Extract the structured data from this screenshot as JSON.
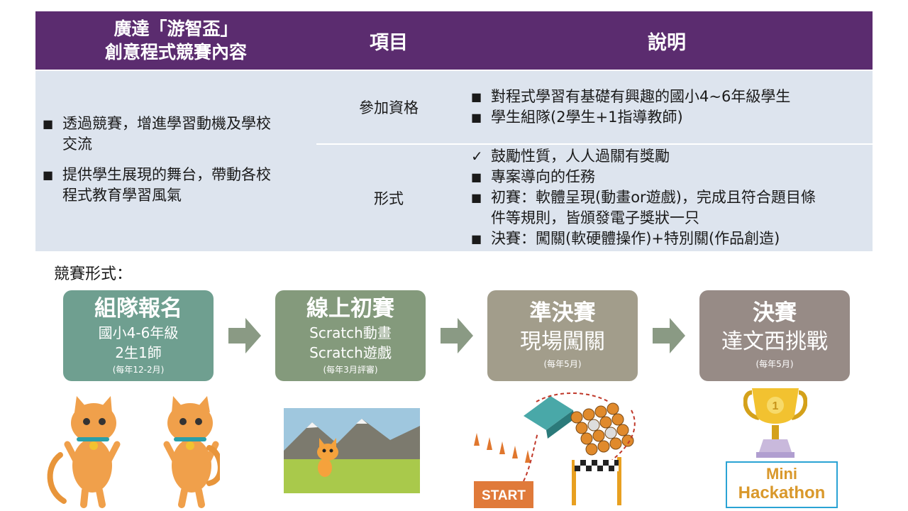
{
  "table": {
    "header": {
      "col1_line1": "廣達「游智盃」",
      "col1_line2": "創意程式競賽內容",
      "col2": "項目",
      "col3": "說明"
    },
    "left_bullets": [
      {
        "text1": "透過競賽，增進學習動機及學校",
        "text2": "交流"
      },
      {
        "text1": "提供學生展現的舞台，帶動各校",
        "text2": "程式教育學習風氣"
      }
    ],
    "rows": [
      {
        "item": "參加資格",
        "bullets": [
          {
            "sym": "■",
            "text": "對程式學習有基礎有興趣的國小4~6年級學生"
          },
          {
            "sym": "■",
            "text": "學生組隊(2學生+1指導教師)"
          }
        ]
      },
      {
        "item": "形式",
        "bullets": [
          {
            "sym": "✓",
            "text": "鼓勵性質，人人過關有獎勵"
          },
          {
            "sym": "■",
            "text": "專案導向的任務"
          },
          {
            "sym": "■",
            "text1": "初賽：軟體呈現(動畫or遊戲)，完成且符合題目條",
            "text2": "件等規則，皆頒發電子獎狀一只"
          },
          {
            "sym": "■",
            "text": "決賽：闖關(軟硬體操作)+特別關(作品創造)"
          }
        ]
      }
    ]
  },
  "section_title": "競賽形式：",
  "steps": [
    {
      "title": "組隊報名",
      "line1": "國小4-6年級",
      "line2": "2生1師",
      "note": "(每年12-2月)",
      "color": "#6f9f90"
    },
    {
      "title": "線上初賽",
      "line1": "Scratch動畫",
      "line2": "Scratch遊戲",
      "note": "(每年3月評審)",
      "color": "#849a7c"
    },
    {
      "title": "準決賽",
      "line1": "現場闖關",
      "note": "(每年5月)",
      "color": "#a29d8b"
    },
    {
      "title": "決賽",
      "line1": "達文西挑戰",
      "note": "(每年5月)",
      "color": "#978b86"
    }
  ],
  "arrow_icon": "right-arrow-icon",
  "illustrations": {
    "start_label": "START",
    "hackathon_line1": "Mini",
    "hackathon_line2": "Hackathon",
    "trophy_number": "1"
  },
  "colors": {
    "header_purple": "#5b2c6f",
    "table_body": "#dde4ee",
    "arrow": "#8a9a84",
    "start_orange": "#e07a3a",
    "hackathon_text": "#d9982b",
    "hackathon_border": "#2aa3d4"
  }
}
